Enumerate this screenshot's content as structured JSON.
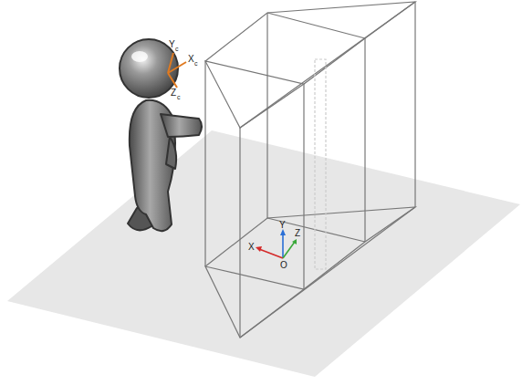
{
  "diagram": {
    "labels": [
      "Y",
      "c",
      "X",
      "c",
      "Z",
      "c",
      "Y",
      "Z",
      "X",
      "O"
    ]
  }
}
